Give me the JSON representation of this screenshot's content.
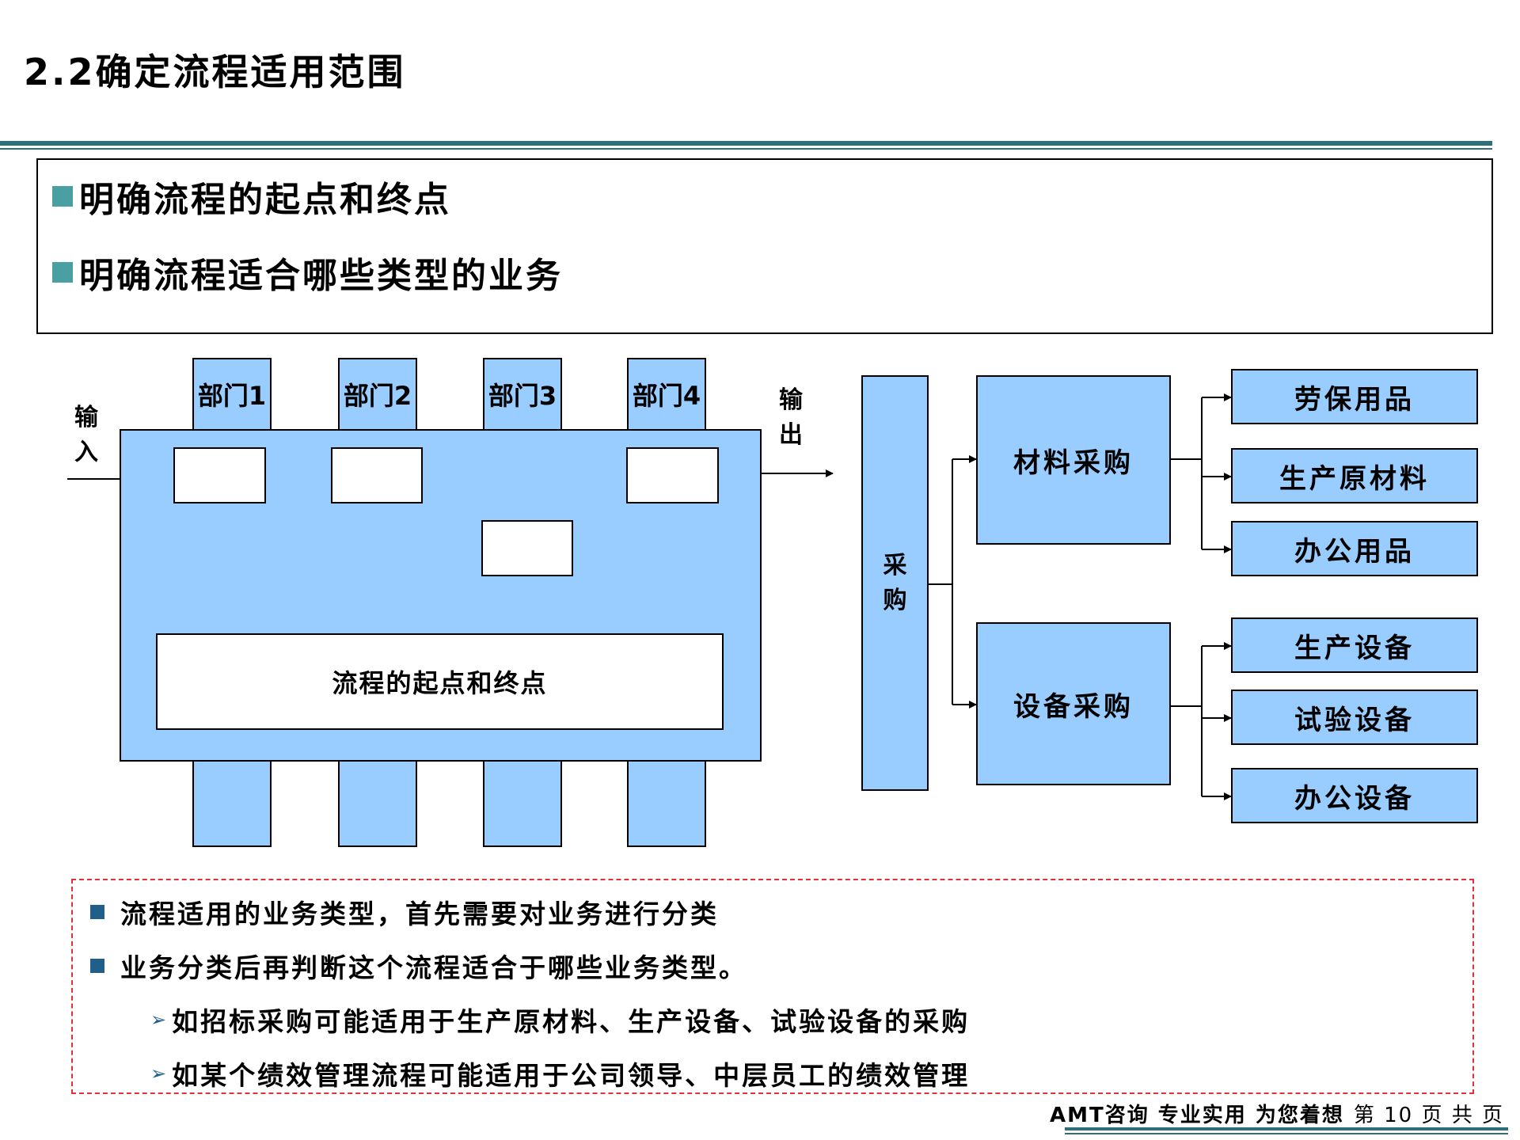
{
  "title": "2.2确定流程适用范围",
  "intro": {
    "items": [
      "明确流程的起点和终点",
      "明确流程适合哪些类型的业务"
    ]
  },
  "flow": {
    "departments": [
      "部门1",
      "部门2",
      "部门3",
      "部门4"
    ],
    "input_label": "输入",
    "output_label": "输出",
    "center_label": "流程的起点和终点"
  },
  "tree": {
    "root": "采购",
    "categories": [
      {
        "label": "材料采购",
        "children": [
          "劳保用品",
          "生产原材料",
          "办公用品"
        ]
      },
      {
        "label": "设备采购",
        "children": [
          "生产设备",
          "试验设备",
          "办公设备"
        ]
      }
    ]
  },
  "notes": {
    "bullets": [
      "流程适用的业务类型，首先需要对业务进行分类",
      "业务分类后再判断这个流程适合于哪些业务类型。"
    ],
    "subs": [
      "如招标采购可能适用于生产原材料、生产设备、试验设备的采购",
      "如某个绩效管理流程可能适用于公司领导、中层员工的绩效管理"
    ]
  },
  "footer": {
    "brand": "AMT咨询 专业实用 为您着想",
    "page": "第 10 页 共 页"
  },
  "colors": {
    "accent": "#2f6f78",
    "box_fill": "#99ccff",
    "dash_border": "#e0303a",
    "bullet": "#1f5f8a"
  }
}
